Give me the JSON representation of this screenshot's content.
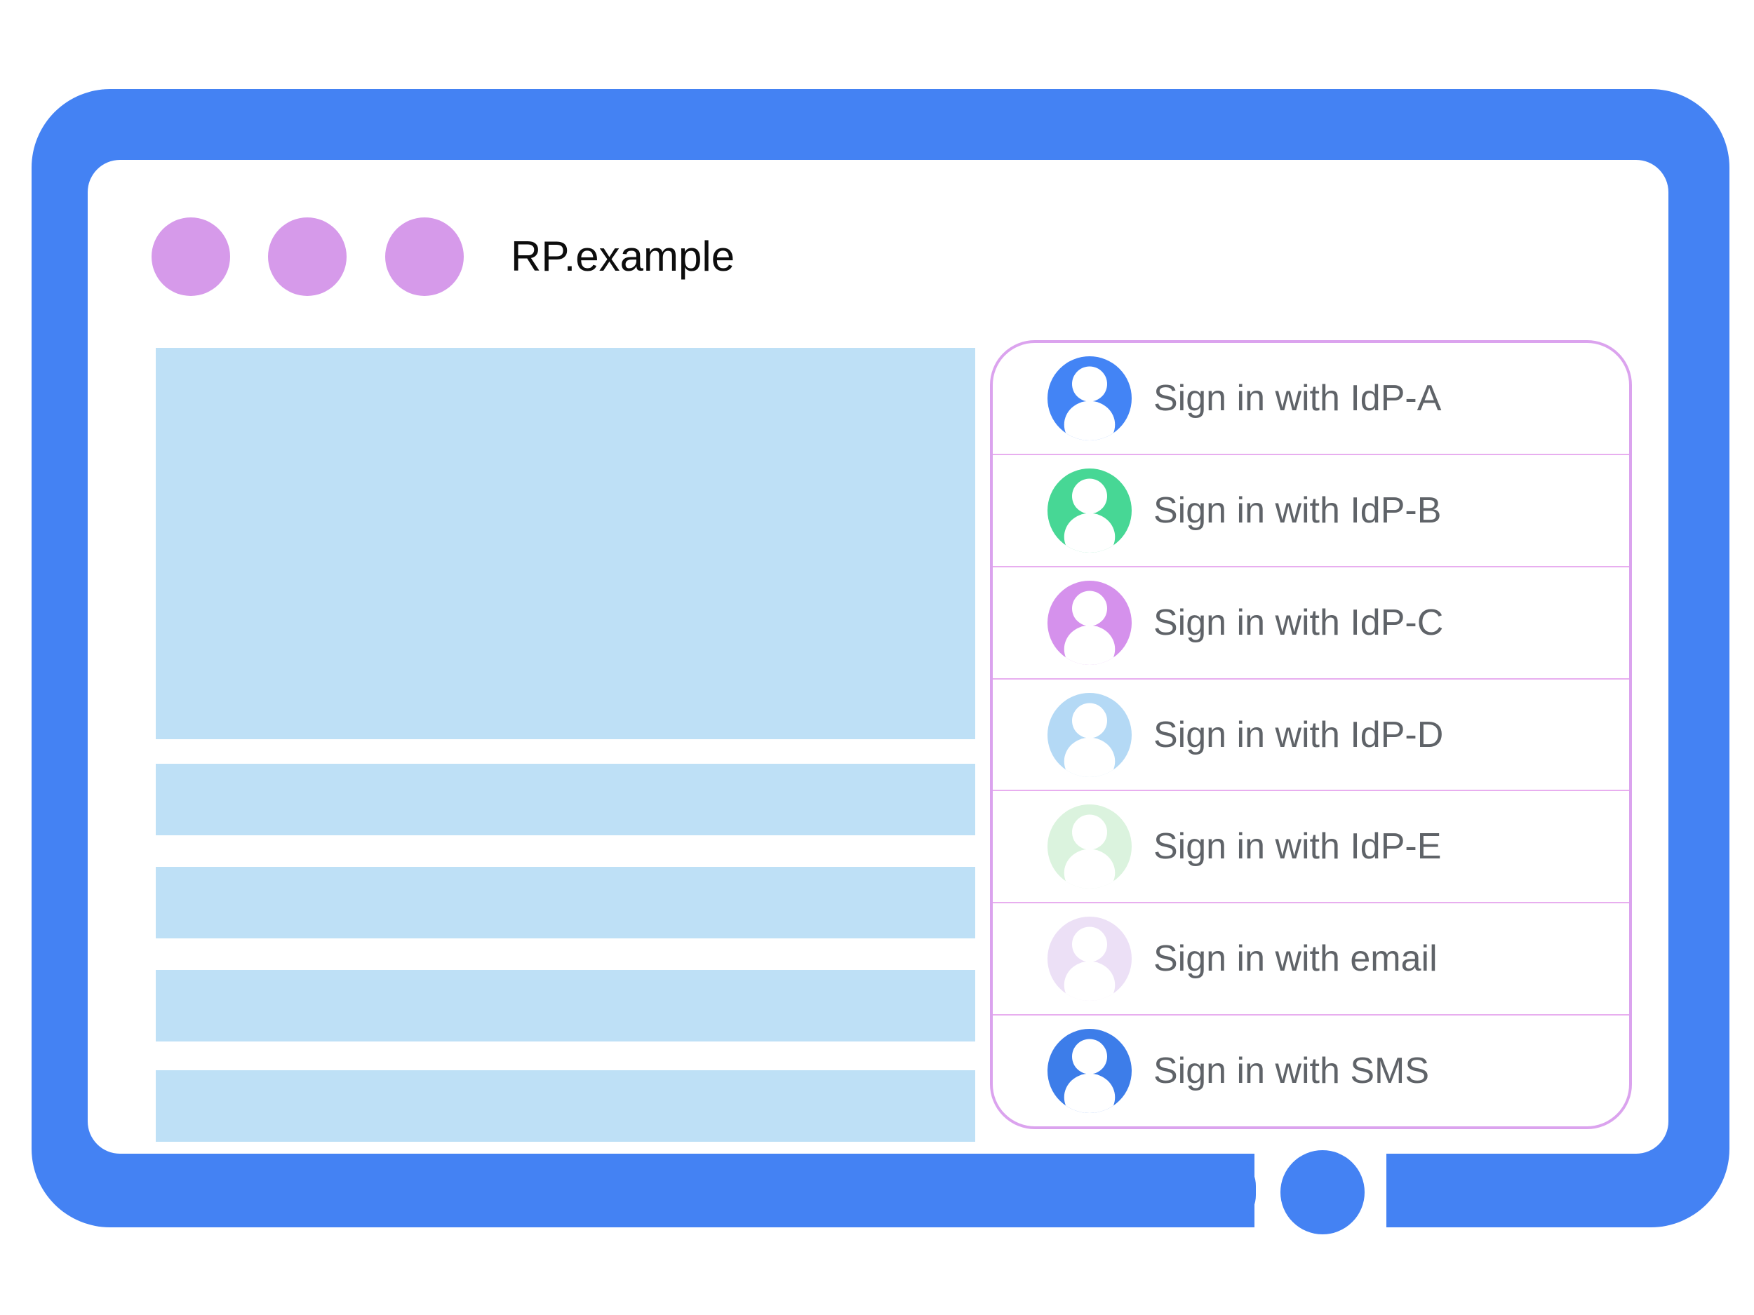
{
  "window": {
    "title": "RP.example",
    "frame_color": "#4482F3",
    "window_dot_color": "#D69AEA"
  },
  "content": {
    "block_color": "#BEE0F6",
    "placeholder_blocks": [
      "hero-block",
      "text-bar",
      "text-bar",
      "text-bar",
      "text-bar"
    ]
  },
  "signin_panel": {
    "border_color": "#DBA3EE",
    "divider_color": "#E8AEEF",
    "label_color": "#5F6368",
    "rows": [
      {
        "label": "Sign in with IdP-A",
        "avatar_color": "#4384F5"
      },
      {
        "label": "Sign in with IdP-B",
        "avatar_color": "#47D795"
      },
      {
        "label": "Sign in with IdP-C",
        "avatar_color": "#D591EC"
      },
      {
        "label": "Sign in with IdP-D",
        "avatar_color": "#B4D9F5"
      },
      {
        "label": "Sign in with IdP-E",
        "avatar_color": "#DBF3DE"
      },
      {
        "label": "Sign in with email",
        "avatar_color": "#ECE0F6"
      },
      {
        "label": "Sign in with SMS",
        "avatar_color": "#3D7DE9"
      }
    ]
  },
  "home_button": {
    "color": "#4482F3"
  }
}
